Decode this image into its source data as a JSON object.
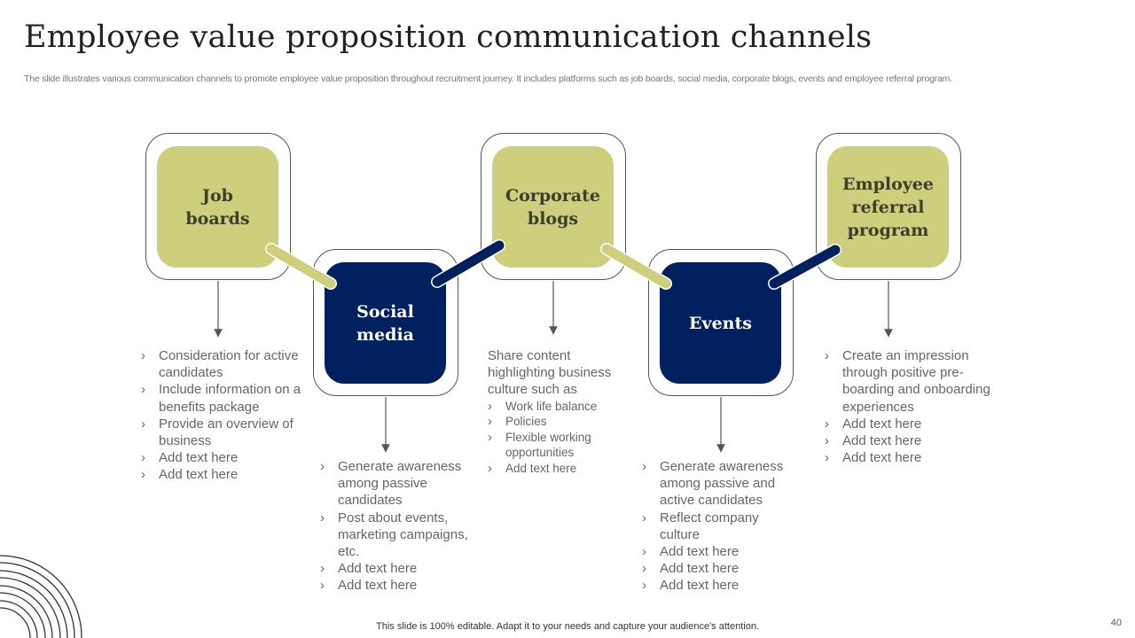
{
  "slide": {
    "title": "Employee value proposition communication channels",
    "subtitle": "The slide illustrates various communication channels to promote employee value proposition throughout recruitment journey. It includes platforms such as job boards, social media, corporate blogs, events and employee referral program.",
    "footer": "This slide is 100% editable. Adapt it to your needs and capture your audience's attention.",
    "page_number": "40"
  },
  "colors": {
    "olive": "#cdcf7c",
    "navy": "#002060",
    "text_gray": "#666666"
  },
  "channels": [
    {
      "name": "Job\nboards",
      "theme": "olive",
      "points": [
        "Consideration for active candidates",
        "Include information on a benefits package",
        "Provide an overview of business",
        "Add text here",
        "Add text here"
      ]
    },
    {
      "name": "Social\nmedia",
      "theme": "navy",
      "points": [
        "Generate awareness among passive candidates",
        "Post about events, marketing campaigns, etc.",
        "Add text here",
        "Add text here"
      ]
    },
    {
      "name": "Corporate\nblogs",
      "theme": "olive",
      "lead": "Share content highlighting business culture such as",
      "points": [
        "Work life balance",
        "Policies",
        "Flexible working opportunities",
        "Add text here"
      ]
    },
    {
      "name": "Events",
      "theme": "navy",
      "points": [
        "Generate awareness among passive and active candidates",
        "Reflect company culture",
        "Add text here",
        "Add text here",
        "Add text here"
      ]
    },
    {
      "name": "Employee\nreferral\nprogram",
      "theme": "olive",
      "points": [
        "Create an impression through positive pre-boarding and onboarding experiences",
        "Add text here",
        "Add text here",
        "Add text here"
      ]
    }
  ]
}
